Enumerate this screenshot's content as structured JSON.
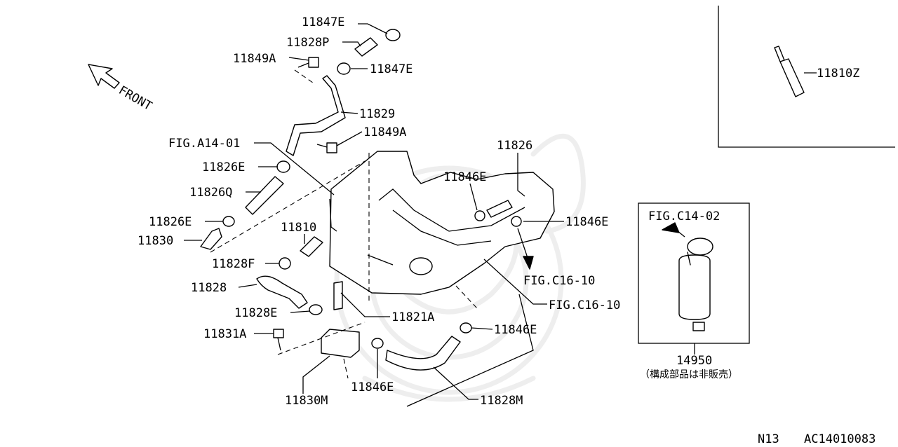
{
  "labels": {
    "p11847e_top": "11847E",
    "p11828p": "11828P",
    "p11849a_left": "11849A",
    "p11847e_right": "11847E",
    "p11829": "11829",
    "p11849a_right": "11849A",
    "fig_a14_01": "FIG.A14-01",
    "p11826e_top": "11826E",
    "p11826q": "11826Q",
    "p11826e_mid": "11826E",
    "p11830": "11830",
    "p11810": "11810",
    "p11828f": "11828F",
    "p11828": "11828",
    "p11828e": "11828E",
    "p11831a": "11831A",
    "p11830m": "11830M",
    "p11846e_bottom": "11846E",
    "p11828m": "11828M",
    "p11821a": "11821A",
    "p11846e_low": "11846E",
    "fig_c16_10_a": "FIG.C16-10",
    "fig_c16_10_b": "FIG.C16-10",
    "p11846e_right": "11846E",
    "p11826": "11826",
    "p11846e_mid": "11846E",
    "p11810z": "11810Z",
    "fig_c14_02": "FIG.C14-02",
    "p14950": "14950",
    "not_sold_note": "（構成部品は非販売）",
    "front": "FRONT",
    "footer_code": "N13",
    "footer_ref": "AC14010083"
  }
}
